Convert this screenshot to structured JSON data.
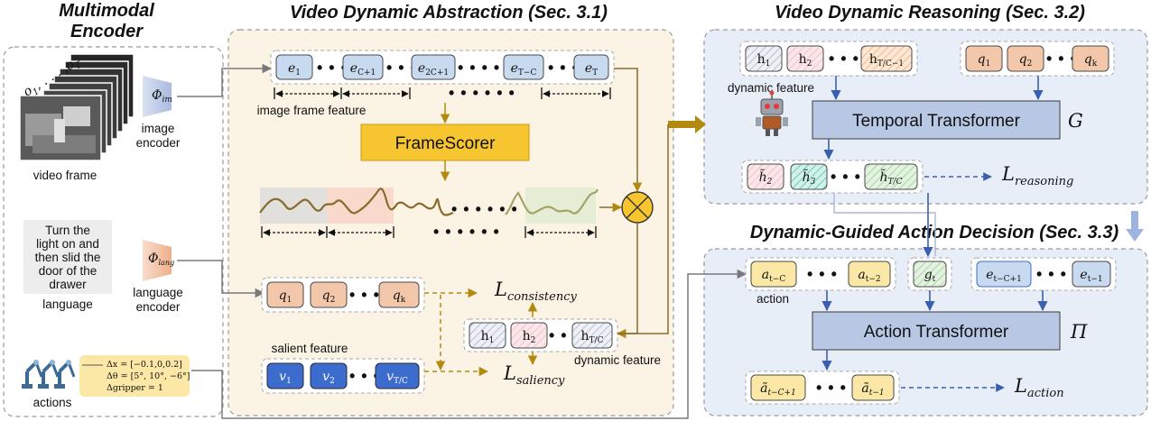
{
  "titles": {
    "encoder_line1": "Multimodal",
    "encoder_line2": "Encoder",
    "abstraction": "Video Dynamic Abstraction (Sec. 3.1)",
    "reasoning": "Video Dynamic Reasoning (Sec. 3.2)",
    "decision": "Dynamic-Guided Action Decision (Sec. 3.3)"
  },
  "encoder": {
    "video_frame_label": "video frame",
    "frames_sub": "o",
    "phi_im": "Φ",
    "phi_im_sub": "im",
    "image_encoder_line1": "image",
    "image_encoder_line2": "encoder",
    "instruction_lines": [
      "Turn the",
      "light on and",
      "then slid the",
      "door of the",
      "drawer"
    ],
    "language_label": "language",
    "phi_lang": "Φ",
    "phi_lang_sub": "lang",
    "language_encoder_line1": "language",
    "language_encoder_line2": "encoder",
    "actions_label": "actions",
    "action_deltas": [
      "Δx = [−0.1,0,0.2]",
      "Δθ = [5°, 10°, −6°]",
      "Δgripper = 1"
    ]
  },
  "abstraction": {
    "frame_tokens": [
      {
        "main": "e",
        "sub": "1"
      },
      {
        "main": "e",
        "sub": "C+1"
      },
      {
        "main": "e",
        "sub": "2C+1"
      },
      {
        "main": "e",
        "sub": "T−C"
      },
      {
        "main": "e",
        "sub": "T"
      }
    ],
    "frame_feature_label": "image frame feature",
    "framescorer_label": "FrameScorer",
    "q_tokens": [
      {
        "main": "q",
        "sub": "1"
      },
      {
        "main": "q",
        "sub": "2"
      },
      {
        "main": "q",
        "sub": "k"
      }
    ],
    "salient_label": "salient feature",
    "v_tokens": [
      {
        "main": "v",
        "sub": "1"
      },
      {
        "main": "v",
        "sub": "2"
      },
      {
        "main": "v",
        "sub": "T/C"
      }
    ],
    "h_tokens": [
      {
        "main": "h",
        "sub": "1"
      },
      {
        "main": "h",
        "sub": "2"
      },
      {
        "main": "h",
        "sub": "T/C"
      }
    ],
    "dynamic_feature_label": "dynamic feature",
    "loss_consistency": {
      "main": "L",
      "sub": "consistency"
    },
    "loss_saliency": {
      "main": "L",
      "sub": "saliency"
    },
    "multiply_symbol": "⊗"
  },
  "reasoning": {
    "h_tokens": [
      {
        "main": "h",
        "sub": "1"
      },
      {
        "main": "h",
        "sub": "2"
      },
      {
        "main": "h",
        "sub": "T/C−1"
      }
    ],
    "dynamic_feature_label": "dynamic feature",
    "q_tokens": [
      {
        "main": "q",
        "sub": "1"
      },
      {
        "main": "q",
        "sub": "2"
      },
      {
        "main": "q",
        "sub": "k"
      }
    ],
    "transformer_label": "Temporal Transformer",
    "symbol": "G",
    "out_tokens": [
      {
        "main": "h̃",
        "sub": "2"
      },
      {
        "main": "h̃",
        "sub": "3"
      },
      {
        "main": "h̃",
        "sub": "T/C"
      }
    ],
    "loss": {
      "main": "L",
      "sub": "reasoning"
    }
  },
  "decision": {
    "a_tokens": [
      {
        "main": "a",
        "sub": "t−C"
      },
      {
        "main": "a",
        "sub": "t−2"
      }
    ],
    "action_label": "action",
    "g_token": {
      "main": "g",
      "sub": "t"
    },
    "e_tokens": [
      {
        "main": "e",
        "sub": "t−C+1"
      },
      {
        "main": "e",
        "sub": "t−1"
      }
    ],
    "transformer_label": "Action Transformer",
    "symbol": "Π",
    "out_tokens": [
      {
        "main": "ã",
        "sub": "t−C+1"
      },
      {
        "main": "ã",
        "sub": "t−1"
      }
    ],
    "loss": {
      "main": "L",
      "sub": "action"
    }
  },
  "dots": "• • •",
  "dots_long": "• • • • • •",
  "colors": {
    "abstraction_bg": "#fbf3e4",
    "reasoning_bg": "#e8eef8",
    "token_blue_light": "#c8daf0",
    "token_blue_dark": "#3d6ccf",
    "token_orange": "#f2c7aa",
    "token_yellow": "#fbe8a6",
    "framescorer": "#f6c530",
    "transformer": "#b8c8e4",
    "arrow_gold": "#b38a10",
    "arrow_blue": "#3a5fb0"
  }
}
